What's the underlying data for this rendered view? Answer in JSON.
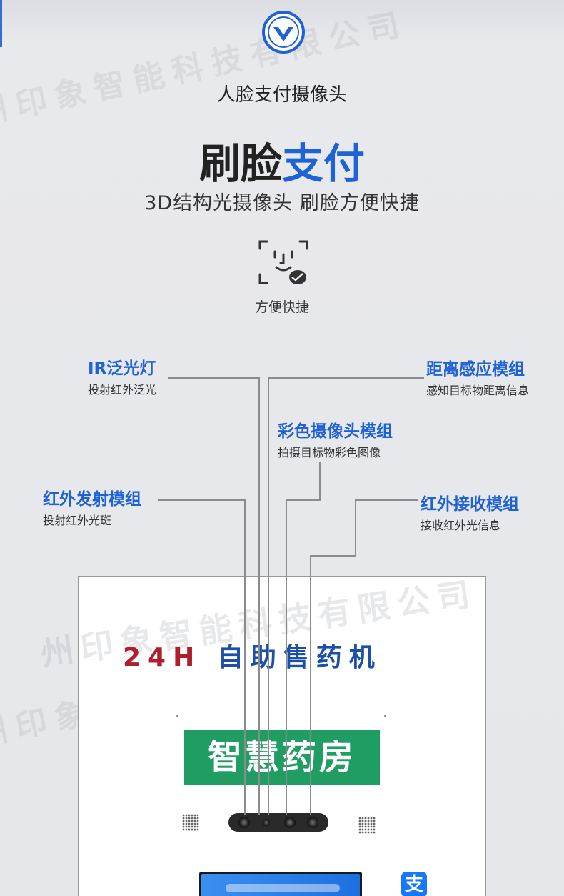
{
  "watermark": {
    "text": "州印象智能科技有限公司"
  },
  "header": {
    "logo_icon": "chevron-check-circle-icon",
    "subtitle": "人脸支付摄像头",
    "title_part1": "刷脸",
    "title_part2": "支付",
    "tagline": "3D结构光摄像头  刷脸方便快捷"
  },
  "feature": {
    "icon": "face-scan-icon",
    "label": "方便快捷"
  },
  "callouts": {
    "ir_flood": {
      "title": "IR泛光灯",
      "desc": "投射红外泛光"
    },
    "distance": {
      "title": "距离感应模组",
      "desc": "感知目标物距离信息"
    },
    "color_cam": {
      "title": "彩色摄像头模组",
      "desc": "拍摄目标物彩色图像"
    },
    "ir_emitter": {
      "title": "红外发射模组",
      "desc": "投射红外光斑"
    },
    "ir_receiver": {
      "title": "红外接收模组",
      "desc": "接收红外光信息"
    }
  },
  "device": {
    "headline_red": "24H",
    "headline_blue": "自助售药机",
    "banner": "智慧药房",
    "payment_icon": "alipay-icon"
  },
  "colors": {
    "accent_blue": "#1e62d6",
    "headline_red": "#b01e2c",
    "banner_green": "#1f9d63",
    "line_gray": "#8c8c8c"
  }
}
